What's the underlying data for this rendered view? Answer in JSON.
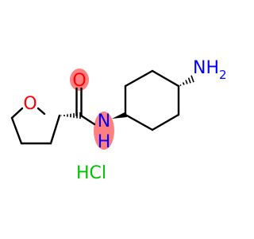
{
  "molecule": {
    "atoms": {
      "ring_oxygen": "O",
      "carbonyl_oxygen": "O",
      "amide_nitrogen": "N",
      "amide_hydrogen": "H",
      "amine_group": "NH",
      "amine_subscript": "2"
    },
    "salt": "HCl"
  },
  "colors": {
    "bond": "#000000",
    "oxygen": "#ff0000",
    "nitrogen": "#0000ff",
    "salt": "#00c000",
    "highlight": "#ff8080"
  }
}
